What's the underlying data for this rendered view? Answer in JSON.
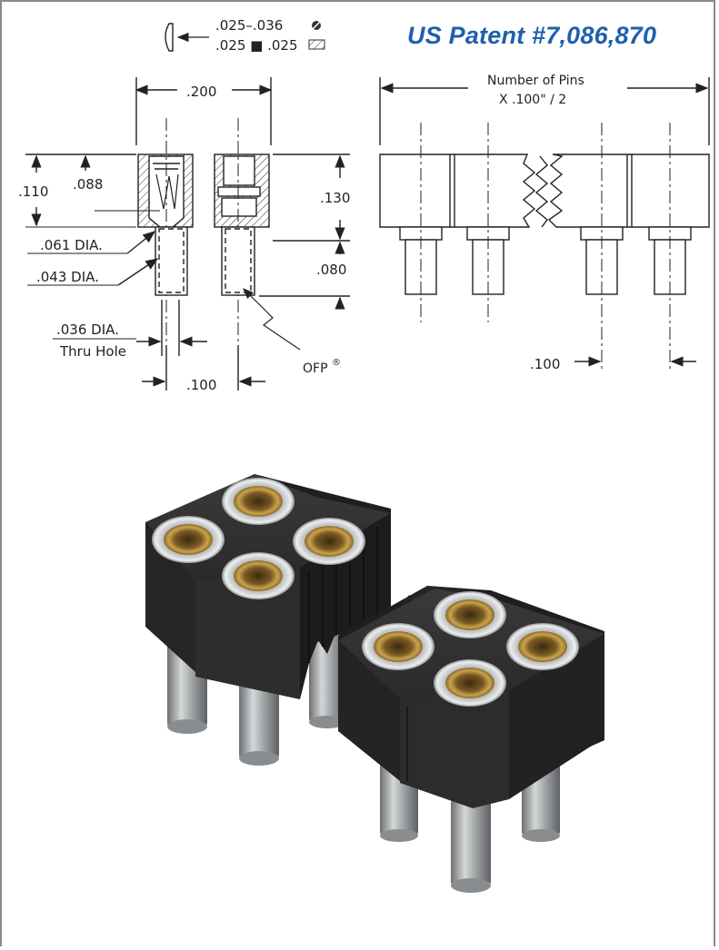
{
  "patent": "US Patent #7,086,870",
  "legend": {
    "line1": ".025–.036",
    "line2": ".025 ■ .025"
  },
  "dims": {
    "width_top": ".200",
    "h110": ".110",
    "h088": ".088",
    "h130": ".130",
    "h080": ".080",
    "dia061": ".061 DIA.",
    "dia043": ".043 DIA.",
    "dia036": ".036 DIA.",
    "thru_hole": "Thru Hole",
    "pitch_left": ".100",
    "ofp": "OFP",
    "ofp_reg": "®",
    "pitch_right": ".100"
  },
  "side_view": {
    "line1": "Number of Pins",
    "line2": "X .100\" / 2"
  },
  "colors": {
    "patent": "#1f5fae",
    "line": "#222222",
    "housing": "#2b2b2b",
    "brass": "#b9903e",
    "steel": "#a9acae"
  }
}
